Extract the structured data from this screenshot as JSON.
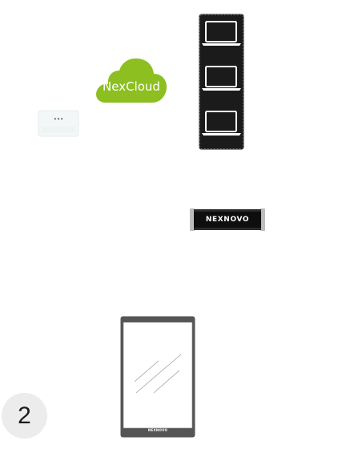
{
  "cloud": {
    "label": "NexCloud",
    "color": "#8cbf1f"
  },
  "ellipsis": {
    "text": "..."
  },
  "rack": {
    "computer_count": 3,
    "icon": "laptop-icon",
    "color": "#1b1b1b"
  },
  "controller": {
    "label": "NEXNOVO",
    "body_color": "#0e0e0e",
    "cap_color": "#bdbdbd"
  },
  "screen": {
    "label": "NEXNOVO",
    "frame_color": "#555555"
  },
  "step": {
    "number": "2"
  }
}
